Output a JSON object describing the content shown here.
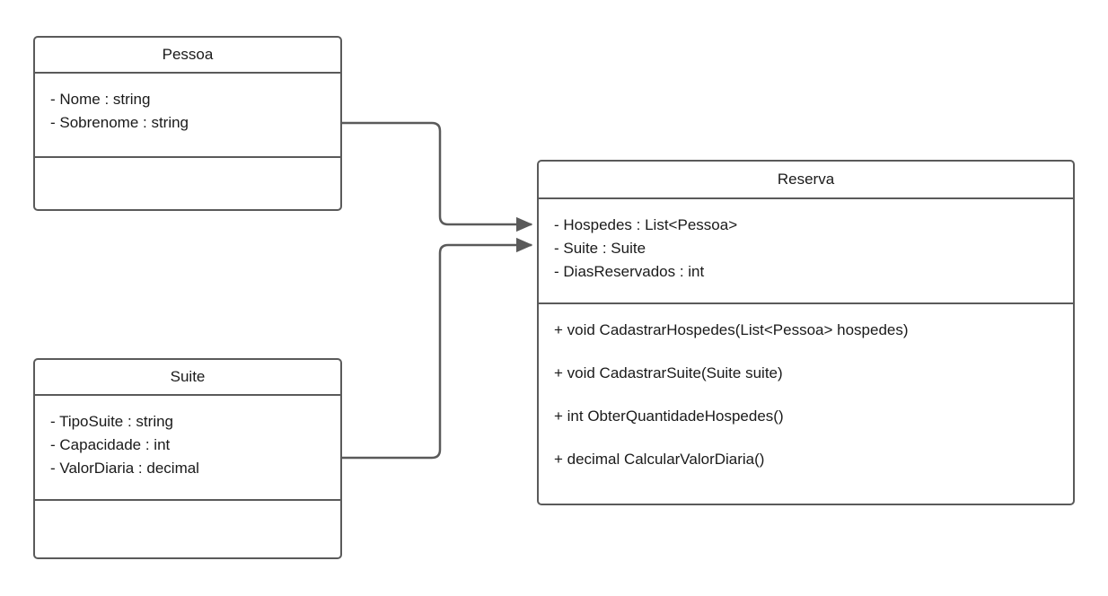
{
  "diagram": {
    "type": "uml-class-diagram",
    "title": "Reserva / Pessoa / Suite class diagram",
    "background_color": "#ffffff",
    "stroke_color": "#5a5a5a",
    "text_color": "#1a1a1a"
  },
  "classes": {
    "pessoa": {
      "name": "Pessoa",
      "attributes": [
        "- Nome : string",
        "- Sobrenome : string"
      ],
      "methods": []
    },
    "suite": {
      "name": "Suite",
      "attributes": [
        "- TipoSuite : string",
        "- Capacidade : int",
        "- ValorDiaria : decimal"
      ],
      "methods": []
    },
    "reserva": {
      "name": "Reserva",
      "attributes": [
        "- Hospedes : List<Pessoa>",
        "- Suite : Suite",
        "- DiasReservados : int"
      ],
      "methods": [
        "+ void CadastrarHospedes(List<Pessoa> hospedes)",
        "+ void CadastrarSuite(Suite suite)",
        "+ int ObterQuantidadeHospedes()",
        "+ decimal CalcularValorDiaria()"
      ]
    }
  },
  "connectors": [
    {
      "id": "pessoa-to-reserva",
      "from": "pessoa",
      "to": "reserva",
      "arrow": "open-solid-triangle",
      "label": ""
    },
    {
      "id": "suite-to-reserva",
      "from": "suite",
      "to": "reserva",
      "arrow": "open-solid-triangle",
      "label": ""
    }
  ]
}
